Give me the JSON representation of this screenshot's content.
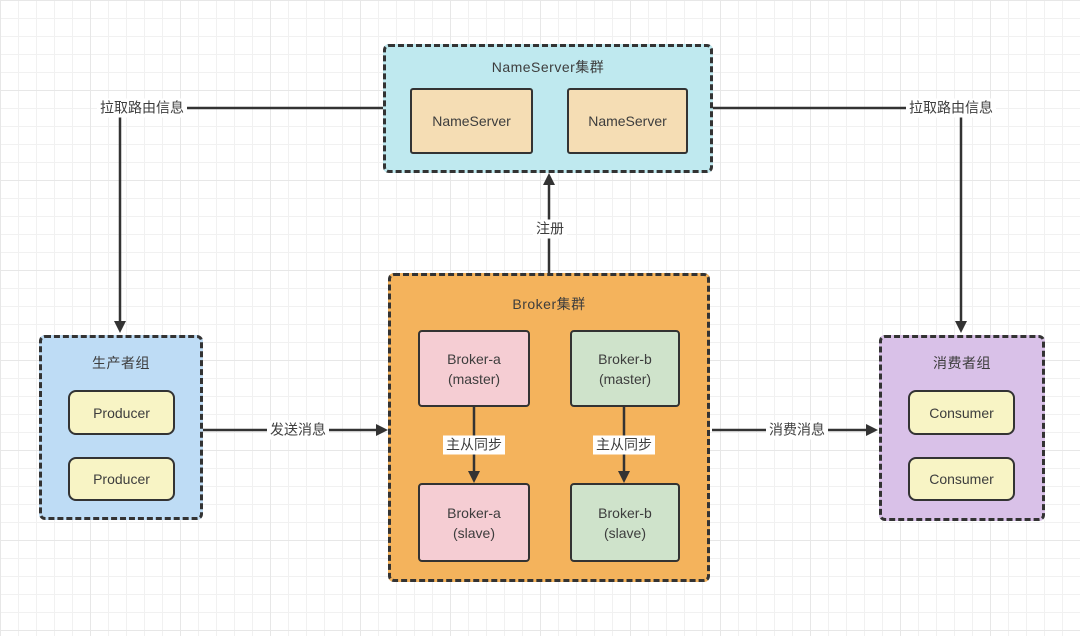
{
  "colors": {
    "line": "#333333",
    "text": "#3d3d3d",
    "grid-minor": "#f1f1f1",
    "grid-major": "#e7e7e7",
    "ns-bg": "#bfe9ef",
    "ns-node-bg": "#f5ddb4",
    "broker-bg": "#f4b35c",
    "broker-a-bg": "#f5cdd3",
    "broker-b-bg": "#cfe3cb",
    "producer-bg": "#bedcf5",
    "consumer-bg": "#d9c1e8",
    "node-yellow-bg": "#f8f4c5"
  },
  "groups": {
    "nameserver": {
      "title": "NameServer集群",
      "nodes": [
        {
          "label": "NameServer"
        },
        {
          "label": "NameServer"
        }
      ]
    },
    "broker": {
      "title": "Broker集群",
      "nodes": [
        {
          "line1": "Broker-a",
          "line2": "(master)"
        },
        {
          "line1": "Broker-b",
          "line2": "(master)"
        },
        {
          "line1": "Broker-a",
          "line2": "(slave)"
        },
        {
          "line1": "Broker-b",
          "line2": "(slave)"
        }
      ]
    },
    "producer": {
      "title": "生产者组",
      "nodes": [
        {
          "label": "Producer"
        },
        {
          "label": "Producer"
        }
      ]
    },
    "consumer": {
      "title": "消费者组",
      "nodes": [
        {
          "label": "Consumer"
        },
        {
          "label": "Consumer"
        }
      ]
    }
  },
  "edges": {
    "pull_left": {
      "label": "拉取路由信息"
    },
    "pull_right": {
      "label": "拉取路由信息"
    },
    "register": {
      "label": "注册"
    },
    "send": {
      "label": "发送消息"
    },
    "consume": {
      "label": "消费消息"
    },
    "sync_a": {
      "label": "主从同步"
    },
    "sync_b": {
      "label": "主从同步"
    }
  }
}
